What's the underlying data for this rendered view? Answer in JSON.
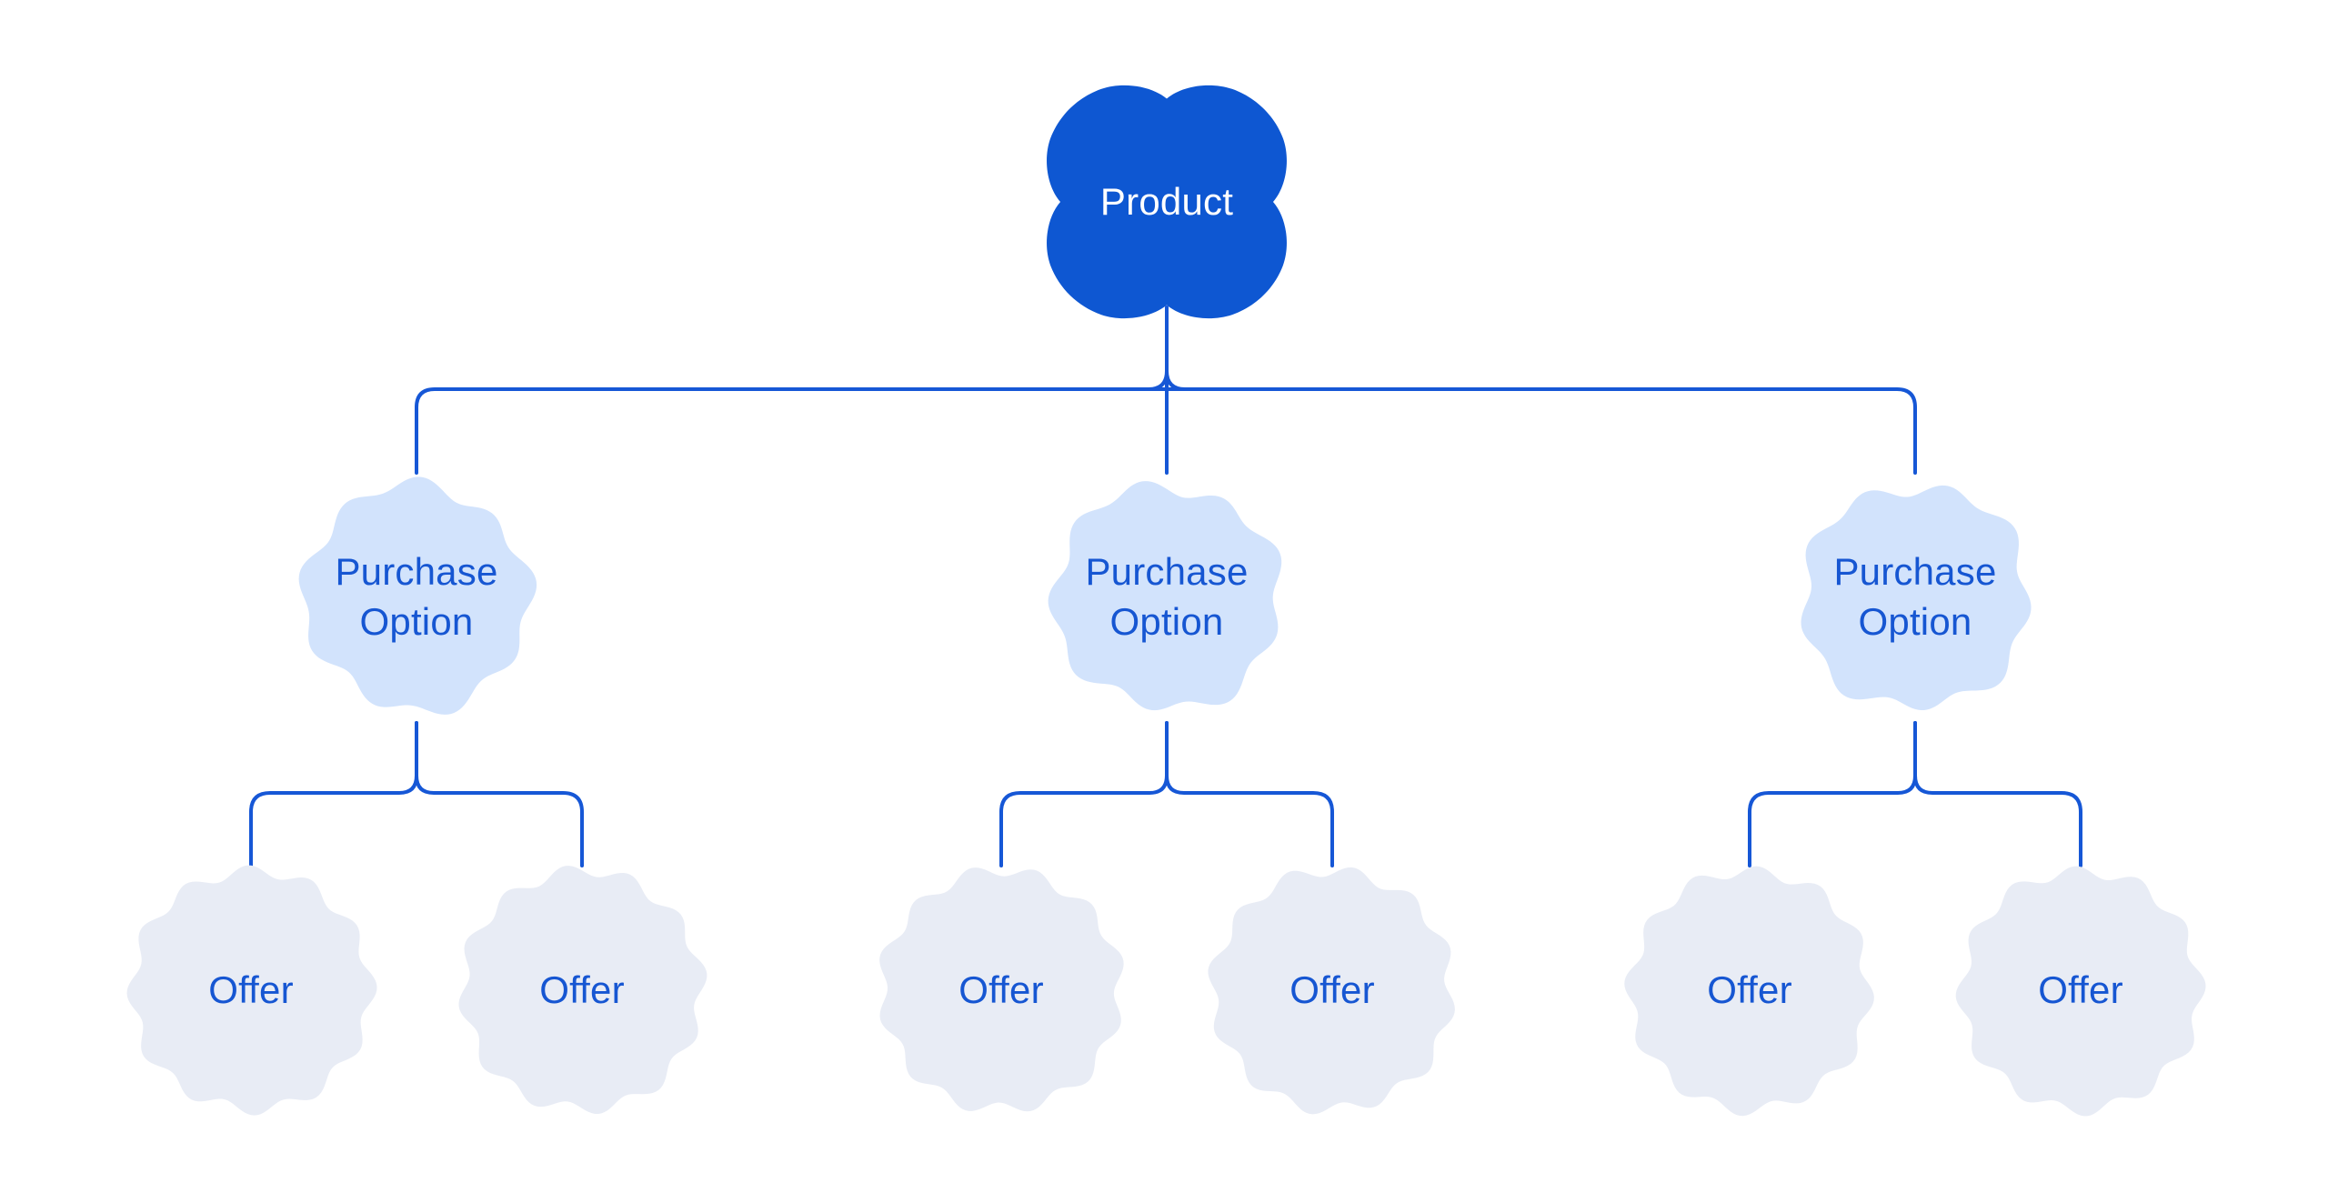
{
  "diagram": {
    "root": {
      "label": "Product"
    },
    "purchase_options": [
      {
        "label": "Purchase Option",
        "offers": [
          {
            "label": "Offer"
          },
          {
            "label": "Offer"
          }
        ]
      },
      {
        "label": "Purchase Option",
        "offers": [
          {
            "label": "Offer"
          },
          {
            "label": "Offer"
          }
        ]
      },
      {
        "label": "Purchase Option",
        "offers": [
          {
            "label": "Offer"
          },
          {
            "label": "Offer"
          }
        ]
      }
    ],
    "colors": {
      "background": "#FFFFFF",
      "product_fill": "#0E57D2",
      "product_text": "#FFFFFF",
      "purchase_option_fill": "#D2E3FC",
      "offer_fill": "#E8ECF5",
      "label_text": "#1656D2",
      "connector": "#1657D6"
    }
  }
}
